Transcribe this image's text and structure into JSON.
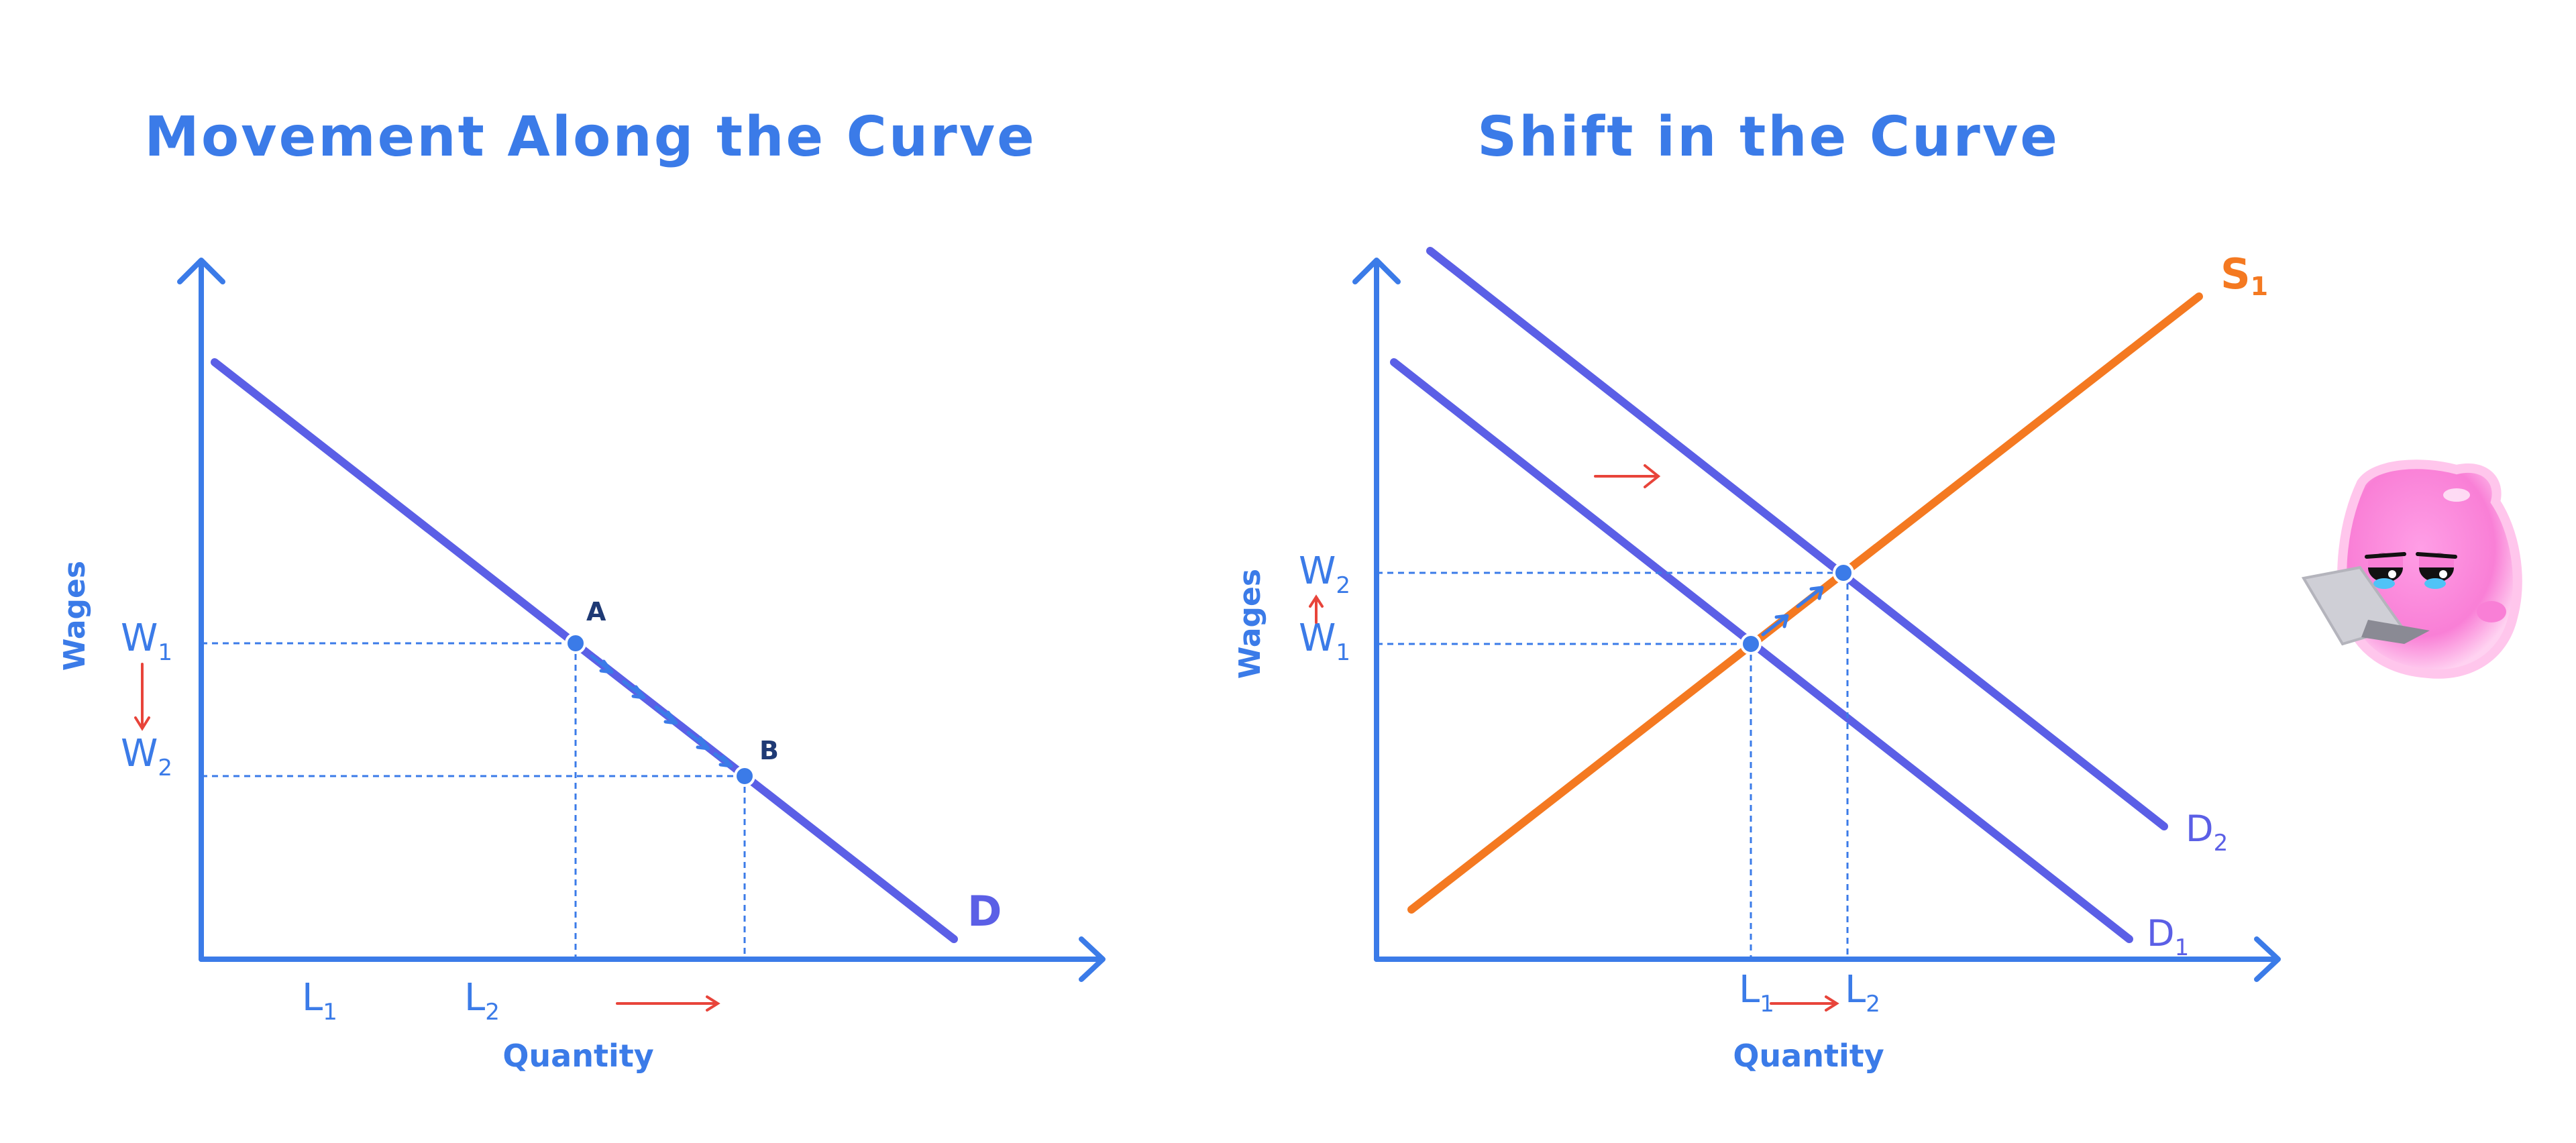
{
  "colors": {
    "axis": "#3b7be8",
    "demand": "#5b5fe6",
    "supply": "#f47921",
    "guide": "#3b7be8",
    "arrow_red": "#e8443a",
    "point_label": "#1f3a75",
    "blob": "#ff8fd8"
  },
  "left_panel": {
    "title": "Movement Along the Curve",
    "y_axis_label": "Wages",
    "x_axis_label": "Quantity",
    "w1": {
      "main": "W",
      "sub": "1"
    },
    "w2": {
      "main": "W",
      "sub": "2"
    },
    "l1": {
      "main": "L",
      "sub": "1"
    },
    "l2": {
      "main": "L",
      "sub": "2"
    },
    "curve_label": "D",
    "point_a": "A",
    "point_b": "B"
  },
  "right_panel": {
    "title": "Shift in the Curve",
    "y_axis_label": "Wages",
    "x_axis_label": "Quantity",
    "w1": {
      "main": "W",
      "sub": "1"
    },
    "w2": {
      "main": "W",
      "sub": "2"
    },
    "l1": {
      "main": "L",
      "sub": "1"
    },
    "l2": {
      "main": "L",
      "sub": "2"
    },
    "supply_label": {
      "main": "S",
      "sub": "1"
    },
    "d1_label": {
      "main": "D",
      "sub": "1"
    },
    "d2_label": {
      "main": "D",
      "sub": "2"
    }
  },
  "mascot_icon": "pink-blob-with-laptop-icon"
}
